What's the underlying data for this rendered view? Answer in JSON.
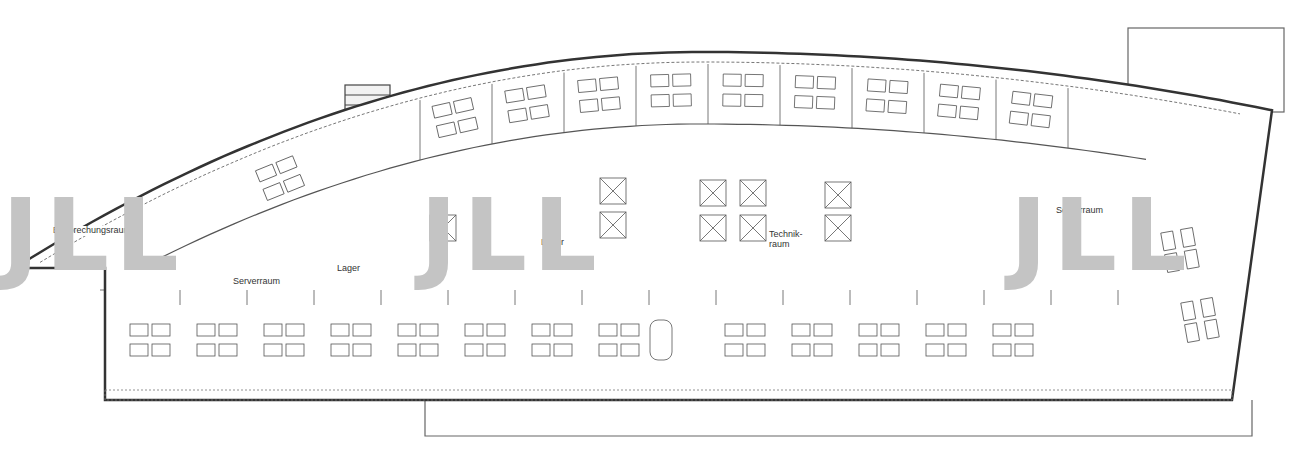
{
  "diagram": {
    "labels": [
      "Besprechungsraum",
      "Lager",
      "Serverraum",
      "Lager",
      "Technik- raum",
      "Serverraum",
      "JLL",
      "JLL",
      "JLL"
    ]
  }
}
